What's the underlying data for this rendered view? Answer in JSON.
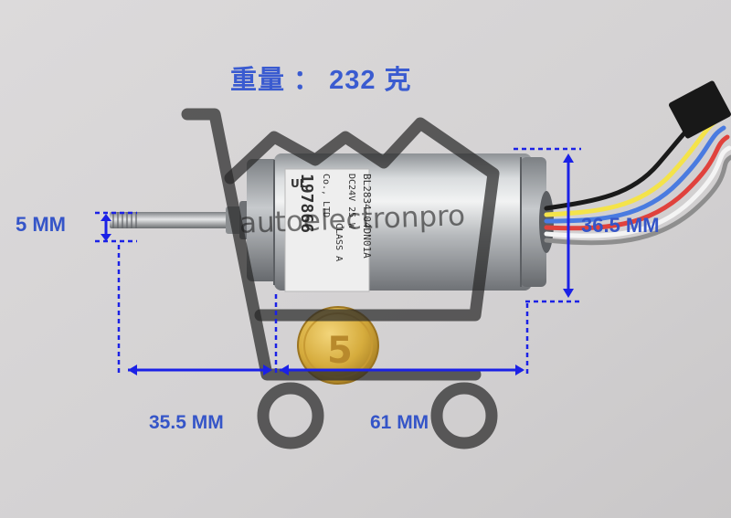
{
  "weight_label": "重量 ： 232 克",
  "dimensions": {
    "shaft_diameter": "5 MM",
    "body_diameter": "36.5 MM",
    "shaft_length": "35.5 MM",
    "body_length": "61 MM"
  },
  "motor_sticker": {
    "model": "BL2834-04DN01A",
    "serial": "197866",
    "lines": [
      "UL",
      "DC24V 25 W",
      "CLASS A",
      "Co., LTD"
    ]
  },
  "coin": {
    "numeral": "5"
  },
  "watermark": "autoelectronpro",
  "colors": {
    "annotation_text": "#3555c8",
    "dimension_line": "#1b21e6",
    "background": "#d7d5d6"
  }
}
